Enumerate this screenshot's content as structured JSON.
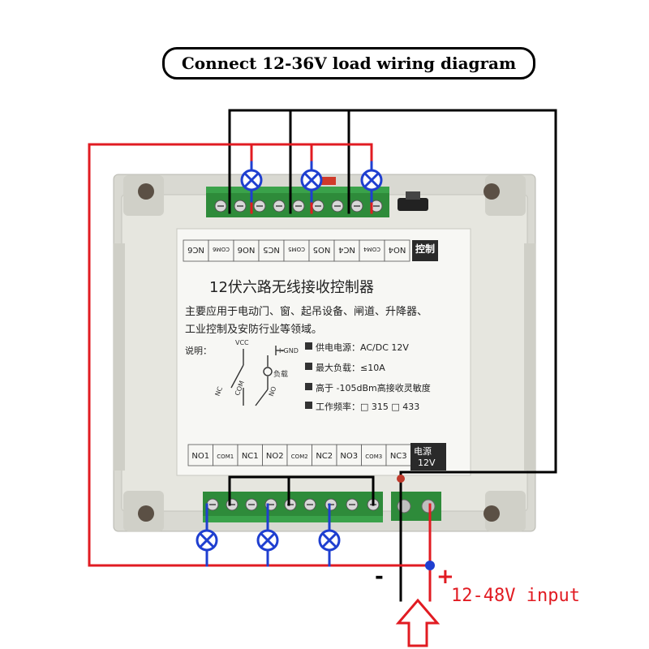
{
  "title": "Connect 12-36V load wiring diagram",
  "input_label": "12-48V input",
  "minus_label": "-",
  "plus_label": "+",
  "top_terminals": [
    "NC6",
    "COM6",
    "NO6",
    "NC5",
    "COM5",
    "NO5",
    "NC4",
    "COM4",
    "NO4"
  ],
  "bottom_terminals": [
    "NO1",
    "COM1",
    "NC1",
    "NO2",
    "COM2",
    "NC2",
    "NO3",
    "COM3",
    "NC3"
  ],
  "power_block": [
    "电源",
    "12V"
  ],
  "logo_text": "控制",
  "panel_title": "12伏六路无线接收控制器",
  "panel_desc": [
    "主要应用于电动门、窗、起吊设备、闸道、升降器、",
    "工业控制及安防行业等领域。"
  ],
  "explain_label": "说明：",
  "schematic": {
    "vcc": "VCC",
    "gnd": "I-GND",
    "nc": "NC",
    "com": "COM",
    "no": "NO",
    "load": "负载"
  },
  "specs": [
    "供电电源：AC/DC 12V",
    "最大负载：≤10A",
    "高于 -105dBm高接收灵敏度",
    "工作频率：□ 315   □ 433"
  ],
  "colors": {
    "wire_black": "#000000",
    "wire_red": "#e11b22",
    "lamp_blue": "#1f3fd0",
    "board": "#e3e3dc",
    "terminal_green": "#2e8b3a",
    "arrow_red": "#e11b22"
  }
}
